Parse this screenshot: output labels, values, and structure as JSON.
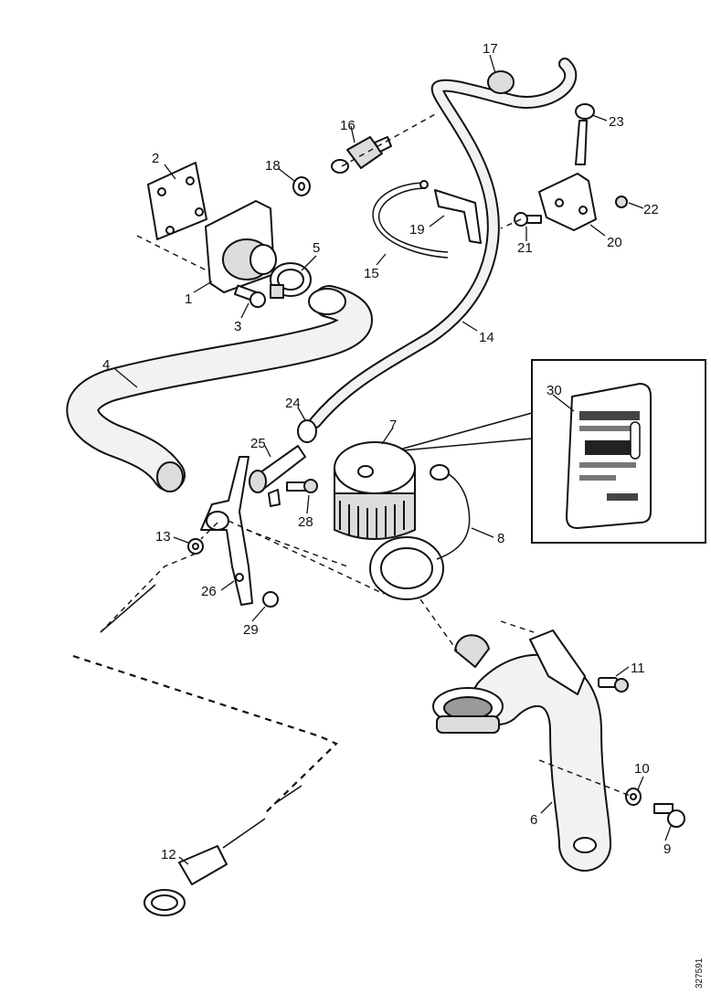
{
  "diagram": {
    "callouts": {
      "c1": "1",
      "c2": "2",
      "c3": "3",
      "c4": "4",
      "c5": "5",
      "c6": "6",
      "c7": "7",
      "c8": "8",
      "c9": "9",
      "c10": "10",
      "c11": "11",
      "c12": "12",
      "c13": "13",
      "c14": "14",
      "c15": "15",
      "c16": "16",
      "c17": "17",
      "c18": "18",
      "c19": "19",
      "c20": "20",
      "c21": "21",
      "c22": "22",
      "c23": "23",
      "c24": "24",
      "c25": "25",
      "c26": "26",
      "c28": "28",
      "c29": "29",
      "c30": "30"
    },
    "reference_code": "327591"
  }
}
